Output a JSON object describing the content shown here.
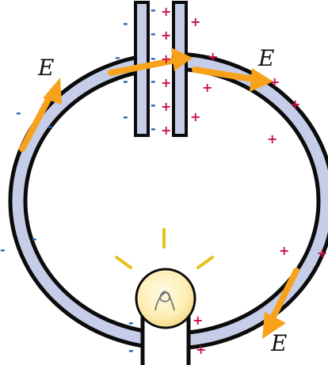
{
  "labels": {
    "field_left": "E",
    "field_right": "E",
    "field_bottom": "E"
  },
  "charges": {
    "negative": "-",
    "positive": "+"
  },
  "colors": {
    "wire_fill": "#c5cde8",
    "wire_stroke": "#0b0b0b",
    "arrow": "#f7a21a",
    "negative": "#1f5fa8",
    "positive": "#c8104a",
    "bulb_glow": "#e5c21c",
    "bulb_fill": "#fdeeb3"
  },
  "icons": [
    "capacitor-plate",
    "light-bulb",
    "field-arrow"
  ]
}
